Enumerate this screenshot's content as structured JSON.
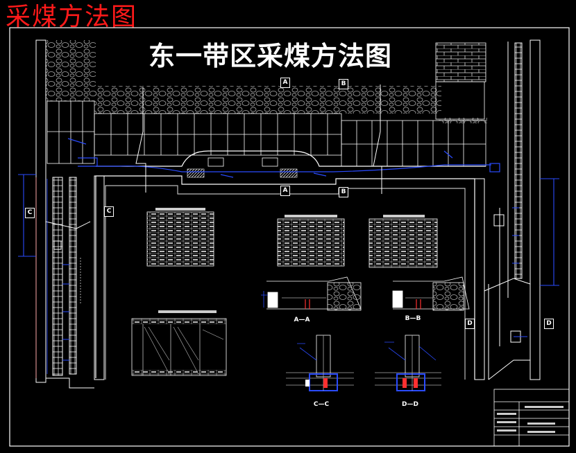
{
  "corner_title": "采煤方法图",
  "main_title": "东一带区采煤方法图",
  "section_markers": [
    "A",
    "B",
    "C",
    "D"
  ],
  "section_captions": [
    "A—A",
    "B—B",
    "C—C",
    "D—D"
  ],
  "colors": {
    "background": "#000000",
    "lines": "#ffffff",
    "accent_blue": "#1f3bff",
    "corner_title": "#ff1a1a",
    "highlight_red": "#ff3030"
  }
}
